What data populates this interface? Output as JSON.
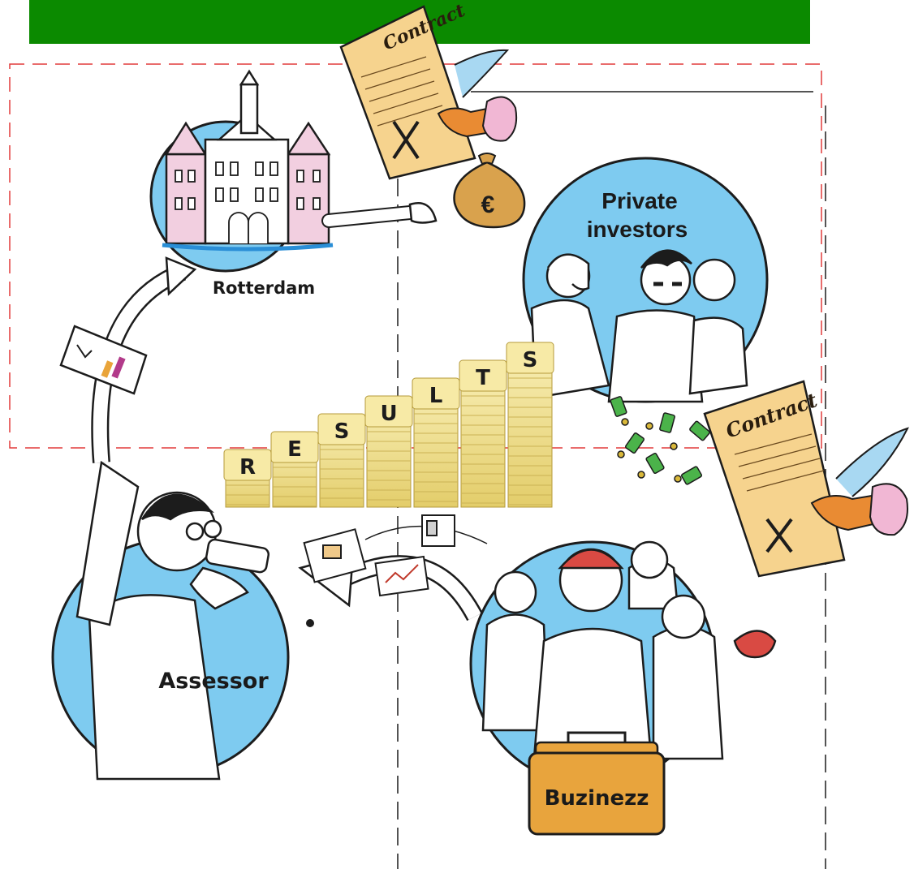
{
  "header": {
    "bar_color": "#0b8a00"
  },
  "nodes": {
    "rotterdam": {
      "label": "Rotterdam",
      "icon": "city-hall-icon"
    },
    "private_investors": {
      "label_line1": "Private",
      "label_line2": "investors",
      "icon": "investors-group-icon"
    },
    "assessor": {
      "label": "Assessor",
      "icon": "person-with-binoculars-icon"
    },
    "buzinezz": {
      "label": "Buzinezz",
      "icon": "briefcase-icon"
    }
  },
  "results": {
    "letters": [
      "R",
      "E",
      "S",
      "U",
      "L",
      "T",
      "S"
    ]
  },
  "contracts": [
    {
      "title": "Contract"
    },
    {
      "title": "Contract"
    }
  ],
  "colors": {
    "circle_fill": "#7ecbf0",
    "circle_stroke": "#1c1c1c",
    "contract_paper": "#f6d38e",
    "money_bag": "#d9a24d",
    "cash_green": "#4bb34a",
    "results_block": "#f2e39a",
    "region_border": "#e23b3b"
  },
  "money_bag": {
    "symbol": "€",
    "icon": "euro-money-bag-icon"
  }
}
